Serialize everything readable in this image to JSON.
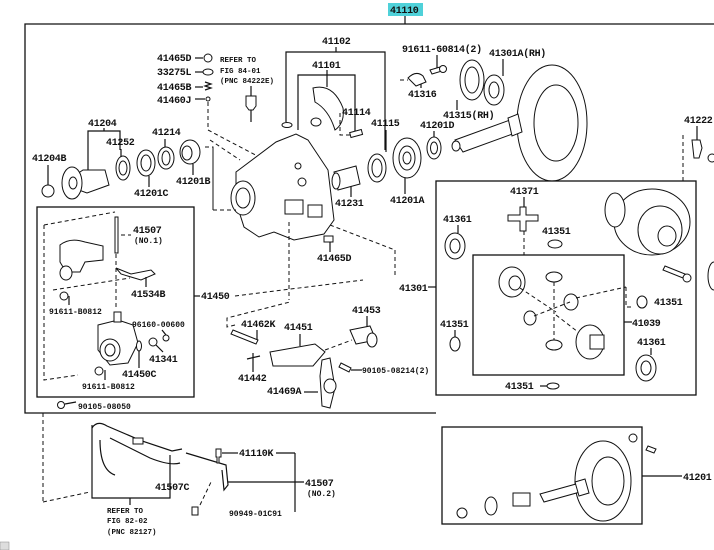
{
  "diagram": {
    "title_part": "41110",
    "highlight_color": "#4fd1d9",
    "labels": {
      "p41102": "41102",
      "p41101": "41101",
      "p41114": "41114",
      "p41115": "41115",
      "p41231": "41231",
      "p41465D_top": "41465D",
      "p33275L": "33275L",
      "p41465B": "41465B",
      "p41460J": "41460J",
      "p41465D_bot": "41465D",
      "ref_fig84_1": "REFER TO",
      "ref_fig84_2": "FIG 84-01",
      "ref_fig84_3": "(PNC 84222E)",
      "p41204": "41204",
      "p41252": "41252",
      "p41214": "41214",
      "p41204B": "41204B",
      "p41201C": "41201C",
      "p41201B": "41201B",
      "p91611_60814": "91611-60814(2)",
      "p41301A": "41301A(RH)",
      "p41316": "41316",
      "p41315": "41315(RH)",
      "p41201D": "41201D",
      "p41201A": "41201A",
      "p41222": "41222",
      "p41507_no1": "41507",
      "p41507_no1_sub": "(NO.1)",
      "p41534B": "41534B",
      "p41450": "41450",
      "p91611_B0812_a": "91611-B0812",
      "p96160_00600": "96160-00600",
      "p41341": "41341",
      "p41450C": "41450C",
      "p91611_B0812_b": "91611-B0812",
      "p90105_08050": "90105-08050",
      "p41462K": "41462K",
      "p41451": "41451",
      "p41453": "41453",
      "p41442": "41442",
      "p41469A": "41469A",
      "p90105_08214": "90105-08214(2)",
      "p41301": "41301",
      "p41371": "41371",
      "p41361_a": "41361",
      "p41351_a": "41351",
      "p41351_b": "41351",
      "p41351_c": "41351",
      "p41351_d": "41351",
      "p41039": "41039",
      "p41361_b": "41361",
      "p41110K": "41110K",
      "p41507C": "41507C",
      "p41507_no2": "41507",
      "p41507_no2_sub": "(NO.2)",
      "p90949_01C91": "90949-01C91",
      "ref_fig82_1": "REFER TO",
      "ref_fig82_2": "FIG 82-02",
      "ref_fig82_3": "(PNC 82127)",
      "p41201": "41201"
    }
  }
}
